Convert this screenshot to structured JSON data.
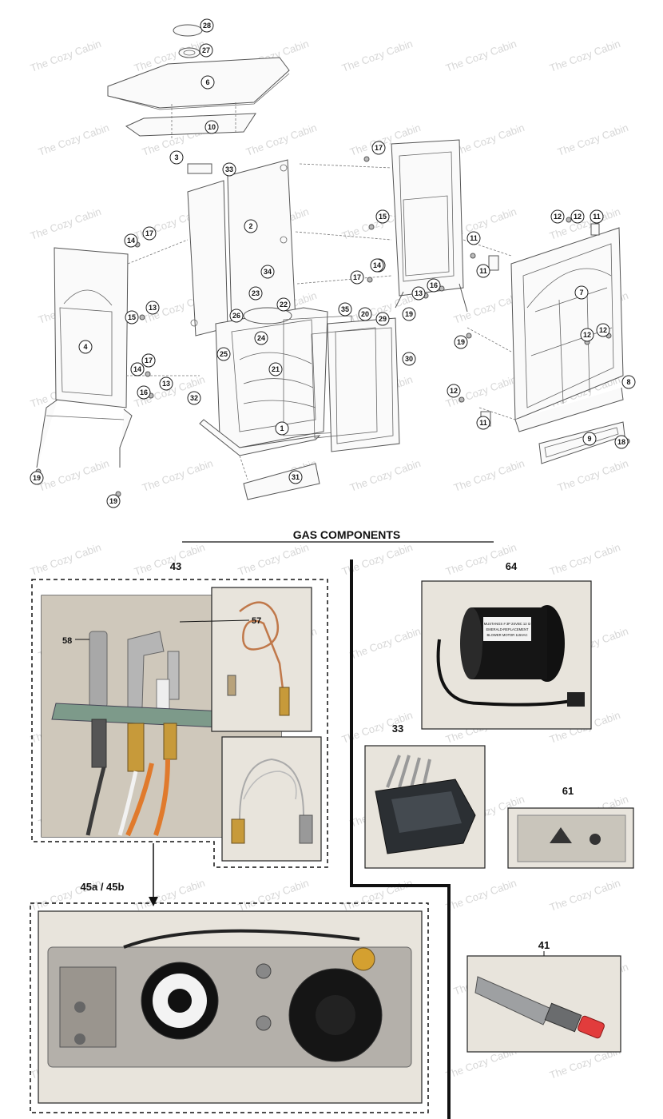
{
  "section_title": "GAS COMPONENTS",
  "watermark": "The Cozy Cabin",
  "exploded_diagram": {
    "callouts": [
      "28",
      "27",
      "6",
      "10",
      "3",
      "33",
      "2",
      "14",
      "17",
      "17",
      "14",
      "15",
      "13",
      "12",
      "11",
      "12",
      "11",
      "14",
      "17",
      "12",
      "15",
      "4",
      "17",
      "14",
      "16",
      "13",
      "34",
      "23",
      "22",
      "26",
      "24",
      "35",
      "20",
      "29",
      "19",
      "30",
      "25",
      "21",
      "32",
      "1",
      "31",
      "19",
      "19",
      "14",
      "17",
      "13",
      "16",
      "7",
      "12",
      "12",
      "8",
      "12",
      "11",
      "9",
      "18",
      "19",
      "12",
      "11"
    ]
  },
  "gas_components": [
    {
      "id": "43",
      "sub_labels": [
        "58",
        "57"
      ]
    },
    {
      "id": "45a / 45b",
      "sub_labels": []
    },
    {
      "id": "64",
      "sub_labels": []
    },
    {
      "id": "33",
      "sub_labels": []
    },
    {
      "id": "61",
      "sub_labels": []
    },
    {
      "id": "41",
      "sub_labels": []
    }
  ],
  "fan_label_text": [
    "MUSTANGS # 3P 2SVBC 12 I2",
    "EMERALD-REPLACEMENT",
    "BLOWER MOTOR 115VAC"
  ]
}
